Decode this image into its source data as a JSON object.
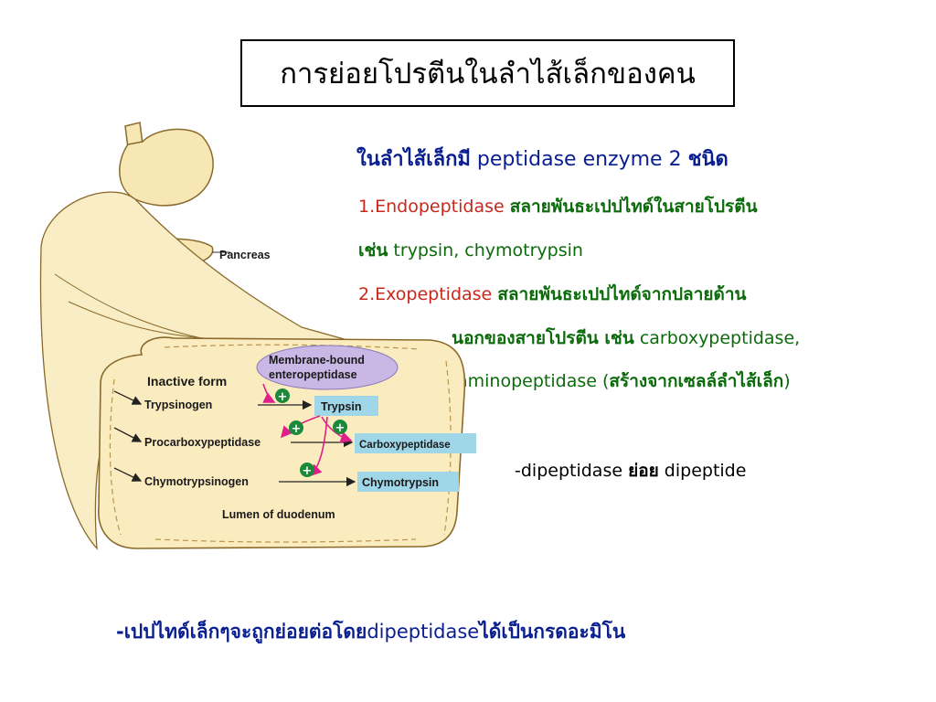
{
  "title": "การย่อยโปรตีนในลำไส้เล็กของคน",
  "heading": {
    "thai_a": "ในลำไส้เล็กมี",
    "eng": " peptidase enzyme 2 ",
    "thai_b": "ชนิด"
  },
  "endopeptidase": {
    "label": "1.Endopeptidase ",
    "desc": "สลายพันธะเปปไทด์ในสายโปรตีน"
  },
  "endo_examples": {
    "thai": "เช่น",
    "eng": " trypsin, chymotrypsin"
  },
  "exopeptidase": {
    "label": "2.Exopeptidase ",
    "desc": "สลายพันธะเปปไทด์จากปลายด้าน"
  },
  "exo_line2": {
    "thai": "นอกของสายโปรตีน เช่น",
    "eng": " carboxypeptidase,"
  },
  "exo_line3": {
    "eng": "aminopeptidase (",
    "thai": "สร้างจากเซลล์ลำไส้เล็ก",
    "close": ")"
  },
  "dipeptidase": {
    "a": "-dipeptidase ",
    "thai": "ย่อย",
    "b": " dipeptide"
  },
  "summary": {
    "a": "-เปปไทด์เล็กๆจะถูกย่อยต่อโดย",
    "b": "dipeptidase",
    "c": "ได้เป็นกรดอะมิโน"
  },
  "diagram": {
    "pancreas": "Pancreas",
    "membrane_line1": "Membrane-bound",
    "membrane_line2": "enteropeptidase",
    "inactive_form": "Inactive form",
    "zymogens": [
      "Trypsinogen",
      "Procarboxypeptidase",
      "Chymotrypsinogen"
    ],
    "active": [
      "Trypsin",
      "Carboxypeptidase",
      "Chymotrypsin"
    ],
    "lumen": "Lumen of duodenum",
    "plus": "+"
  },
  "colors": {
    "organ_fill": "#f7e7b5",
    "organ_stroke": "#8a6a2a",
    "membrane_fill": "#c9b8e6",
    "active_box": "#9fd6e8",
    "plus_circle": "#1a8a3a",
    "activation_arrow": "#e0208a"
  }
}
